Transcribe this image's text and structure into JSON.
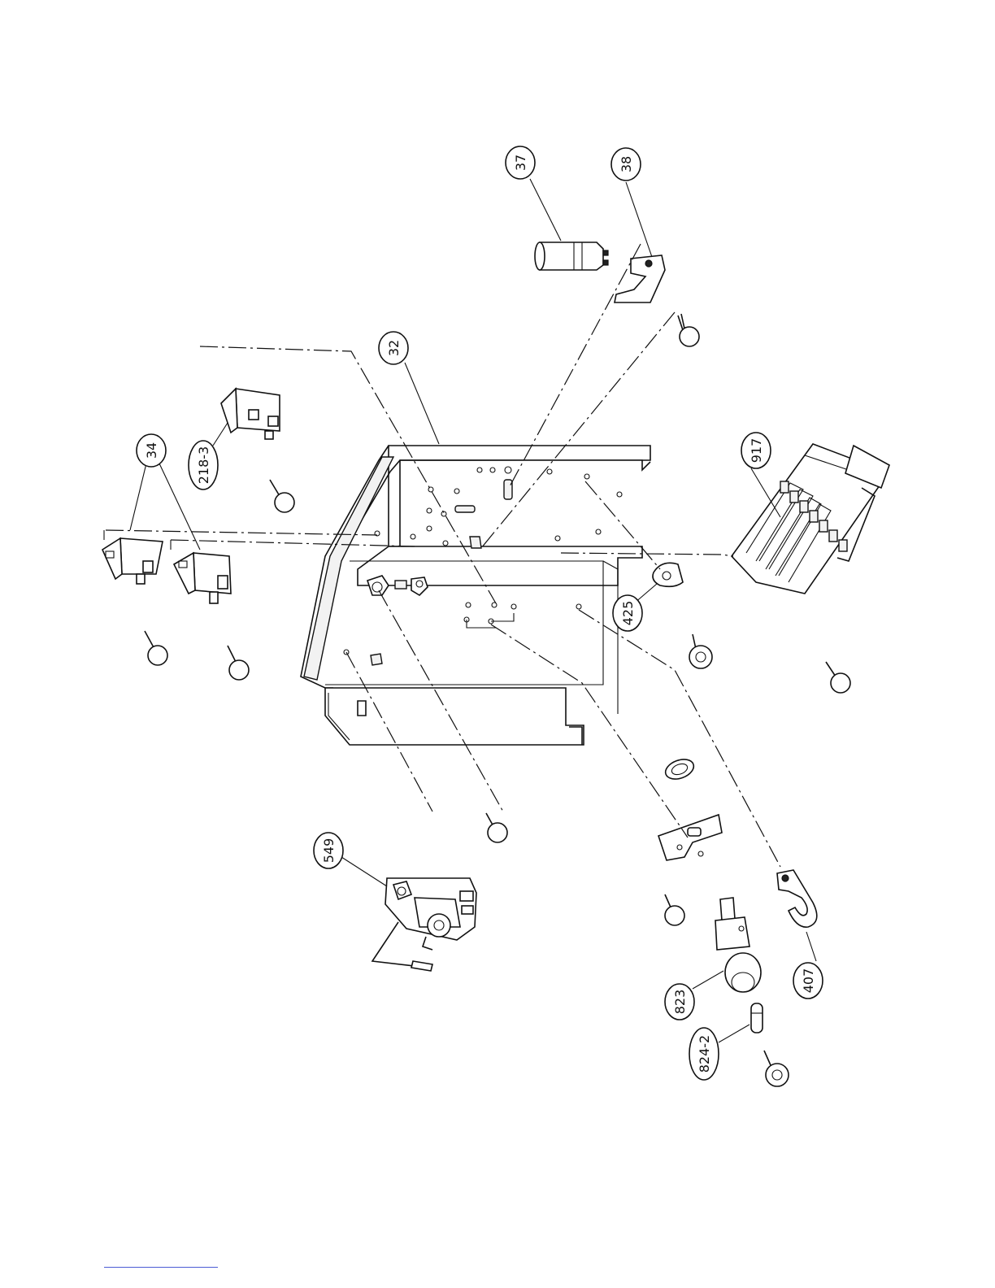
{
  "callouts": [
    {
      "id": "c37",
      "text": "37"
    },
    {
      "id": "c38",
      "text": "38"
    },
    {
      "id": "c32",
      "text": "32"
    },
    {
      "id": "c34",
      "text": "34"
    },
    {
      "id": "c2183",
      "text": "218-3"
    },
    {
      "id": "c917",
      "text": "917"
    },
    {
      "id": "c425",
      "text": "425"
    },
    {
      "id": "c549",
      "text": "549"
    },
    {
      "id": "c823",
      "text": "823"
    },
    {
      "id": "c8242",
      "text": "824-2"
    },
    {
      "id": "c407",
      "text": "407"
    }
  ]
}
